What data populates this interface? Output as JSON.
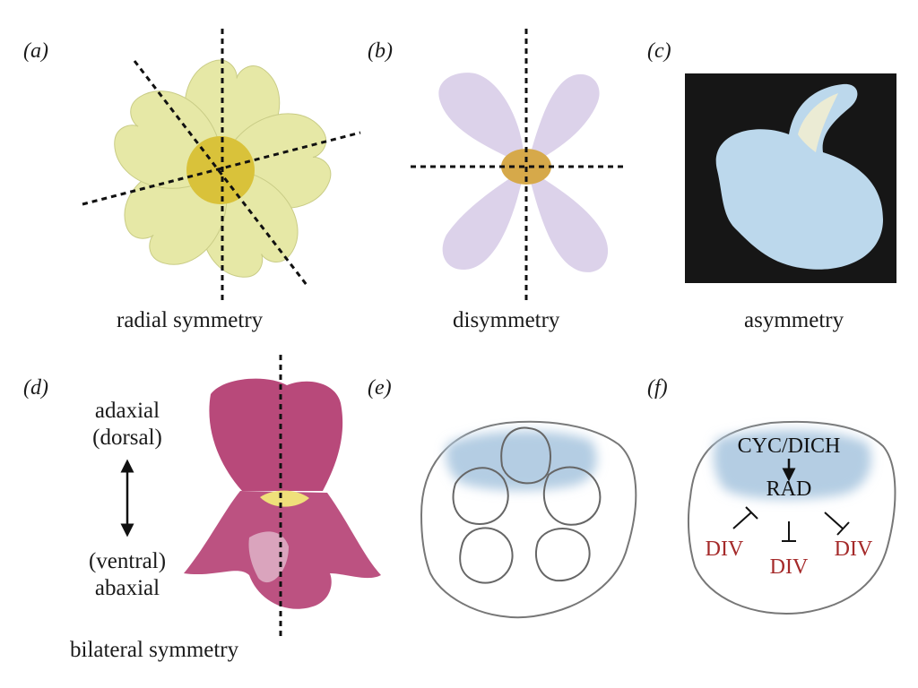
{
  "panels": {
    "a": {
      "label": "(a)",
      "caption": "radial symmetry"
    },
    "b": {
      "label": "(b)",
      "caption": "disymmetry"
    },
    "c": {
      "label": "(c)",
      "caption": "asymmetry"
    },
    "d": {
      "label": "(d)",
      "caption": "bilateral symmetry",
      "top_text": [
        "adaxial",
        "(dorsal)"
      ],
      "bottom_text": [
        "(ventral)",
        "abaxial"
      ]
    },
    "e": {
      "label": "(e)"
    },
    "f": {
      "label": "(f)",
      "genes": {
        "top": "CYC/DICH",
        "middle": "RAD",
        "repressed": [
          "DIV",
          "DIV",
          "DIV"
        ]
      }
    }
  },
  "colors": {
    "flower_a": "#e6e8a6",
    "center_a": "#d9c23a",
    "flower_b": "#dcd2ea",
    "center_b": "#d6a94a",
    "flower_c": "#bcd8ec",
    "bg_c": "#161616",
    "flower_d": "#b8497a",
    "throat_d": "#efe07a",
    "shade_blue": "#b4cde3",
    "div_red": "#a52a2a"
  }
}
